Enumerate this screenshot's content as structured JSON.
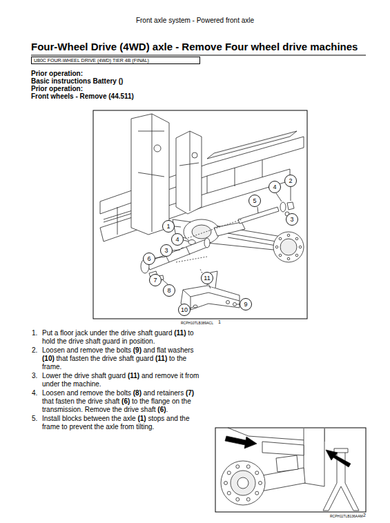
{
  "diagram": {
    "title": "Four-Wheel Drive (4WD) axle - Remove Four wheel drive machines",
    "nodes": [
      {
        "text": [
          "U80C FOUR-WHEEL DRIVE (4WD) TIER 4B (FINAL)"
        ]
      }
    ],
    "labels": [
      "Front axle system - Powered front axle",
      "Prior operation:",
      "Basic instructions Battery ()",
      "Prior operation:",
      "Front wheels - Remove (44.511)",
      "2",
      "4",
      "5",
      "3",
      "1",
      "4",
      "3",
      "6",
      "7",
      "8",
      "11",
      "10",
      "9",
      "RCPH10TLB389ACL",
      "1",
      "1.",
      "Put a floor jack under the drive shaft guard (11) to hold the drive shaft guard in position.",
      "2.",
      "Loosen and remove the bolts (9) and flat washers (10) that fasten the drive shaft guard (11) to the frame.",
      "3.",
      "Lower the drive shaft guard (11) and remove it from under the machine.",
      "4.",
      "Loosen and remove the bolts (8) and retainers (7) that fasten the drive shaft (6) to the flange on the transmission. Remove the drive shaft (6).",
      "5.",
      "Install blocks between the axle (1) stops and the frame to prevent the axle from tilting.",
      "RCPH11TLB136AAM",
      "2"
    ]
  }
}
